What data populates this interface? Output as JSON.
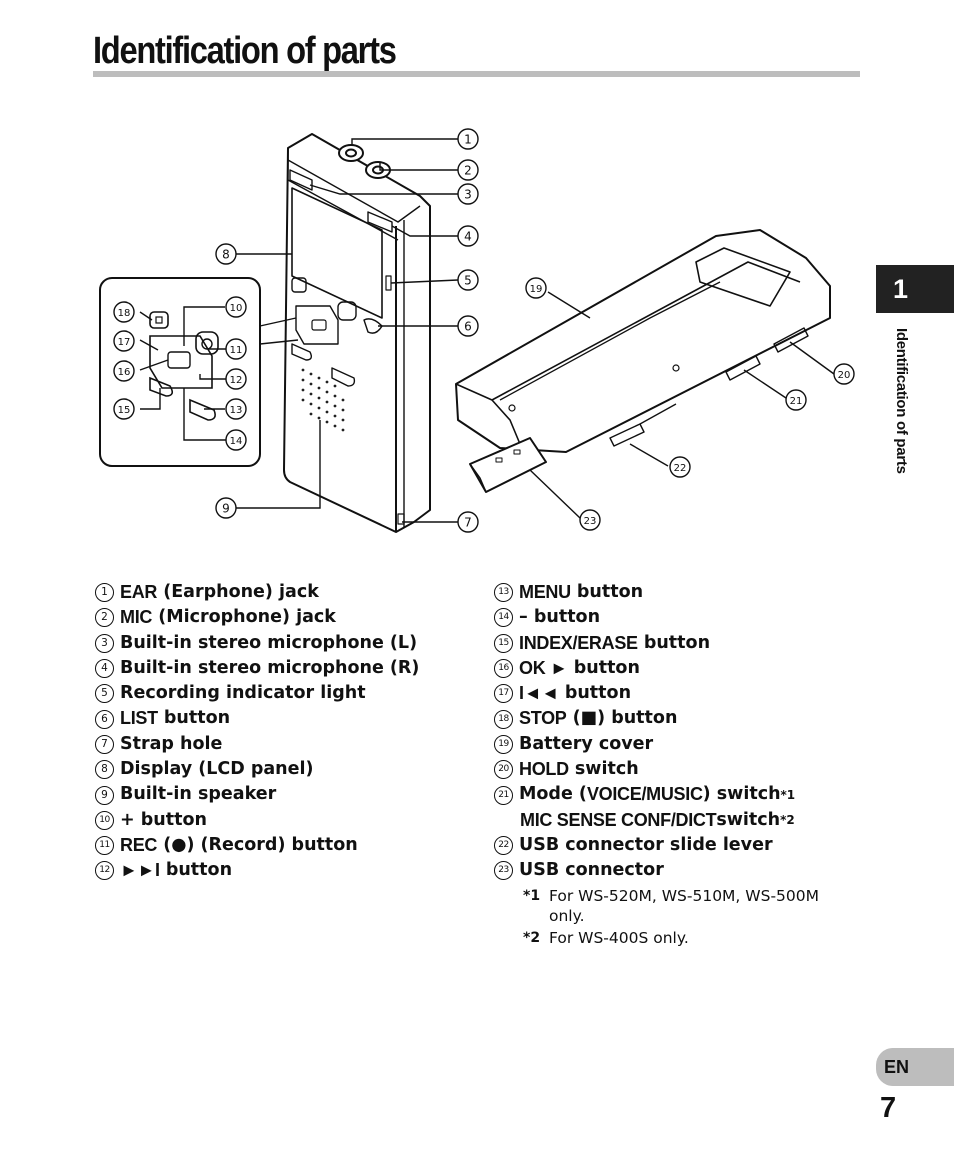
{
  "page": {
    "title": "Identification of parts",
    "chapter_number": "1",
    "side_label": "Identification of parts",
    "language": "EN",
    "page_number": "7"
  },
  "callouts": [
    "1",
    "2",
    "3",
    "4",
    "5",
    "6",
    "7",
    "8",
    "9",
    "10",
    "11",
    "12",
    "13",
    "14",
    "15",
    "16",
    "17",
    "18",
    "19",
    "20",
    "21",
    "22",
    "23"
  ],
  "parts_left": [
    {
      "num": "1",
      "kw": "EAR",
      "rest": " (Earphone) jack"
    },
    {
      "num": "2",
      "kw": "MIC",
      "rest": " (Microphone) jack"
    },
    {
      "num": "3",
      "kw": "",
      "rest": "Built-in stereo microphone (L)"
    },
    {
      "num": "4",
      "kw": "",
      "rest": "Built-in stereo microphone (R)"
    },
    {
      "num": "5",
      "kw": "",
      "rest": "Recording indicator light"
    },
    {
      "num": "6",
      "kw": "LIST",
      "rest": " button"
    },
    {
      "num": "7",
      "kw": "",
      "rest": "Strap hole"
    },
    {
      "num": "8",
      "kw": "",
      "rest": "Display (LCD panel)"
    },
    {
      "num": "9",
      "kw": "",
      "rest": "Built-in speaker"
    },
    {
      "num": "10",
      "kw": "",
      "rest": "+ button"
    },
    {
      "num": "11",
      "kw": "REC",
      "rest": " (●) (Record) button"
    },
    {
      "num": "12",
      "kw": "►►I",
      "rest": " button"
    }
  ],
  "parts_right": [
    {
      "num": "13",
      "kw": "MENU",
      "rest": " button"
    },
    {
      "num": "14",
      "kw": "",
      "rest": "– button"
    },
    {
      "num": "15",
      "kw": "INDEX/ERASE",
      "rest": " button"
    },
    {
      "num": "16",
      "kw": "OK ►",
      "rest": " button"
    },
    {
      "num": "17",
      "kw": "I◄◄",
      "rest": " button"
    },
    {
      "num": "18",
      "kw": "STOP",
      "rest": " (■) button"
    },
    {
      "num": "19",
      "kw": "",
      "rest": "Battery cover"
    },
    {
      "num": "20",
      "kw": "HOLD",
      "rest": " switch"
    }
  ],
  "mode_item": {
    "num": "21",
    "pre": "Mode (",
    "kw": "VOICE/MUSIC",
    "post": ") switch",
    "sup": "*1",
    "line2_kw": "MIC SENSE CONF/DICT",
    "line2_post": " switch",
    "line2_sup": "*2"
  },
  "parts_right_tail": [
    {
      "num": "22",
      "kw": "",
      "rest": "USB connector slide lever"
    },
    {
      "num": "23",
      "kw": "",
      "rest": "USB connector"
    }
  ],
  "footnotes": [
    {
      "mark": "*1",
      "text": "For WS-520M, WS-510M, WS-500M only."
    },
    {
      "mark": "*2",
      "text": "For WS-400S only."
    }
  ]
}
